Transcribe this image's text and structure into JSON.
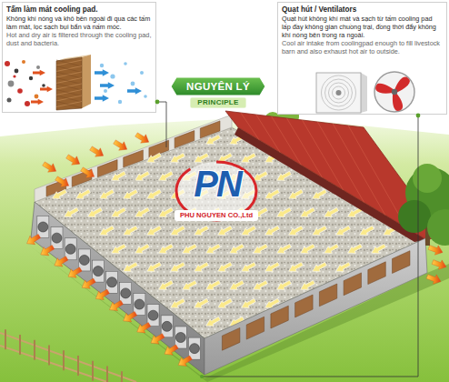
{
  "diagram": {
    "nodes": [
      {
        "text": [
          "Tấm làm mát cooling pad.",
          "Không khí nóng và khô bên ngoài đi qua các tấm làm mát, lọc sạch bụi bẩn và nấm móc.",
          "Hot and dry air is filtered through the cooling pad, dust and bacteria."
        ]
      },
      {
        "text": [
          "Quạt hút / Ventilators",
          "Quạt hút không khí mát và sạch từ tấm cooling pad lấp đầy không gian chuồng trại, đồng thời đẩy không khí nóng bên trong ra ngoài.",
          "Cool air intake from coolingpad enough to fill livestock barn and also exhaust hot air to outside."
        ]
      },
      {
        "text": [
          "NGUYÊN LÝ",
          "PRINCIPLE"
        ]
      }
    ],
    "labels": [
      "PN",
      "PHU NGUYEN CO.,Ltd"
    ]
  }
}
